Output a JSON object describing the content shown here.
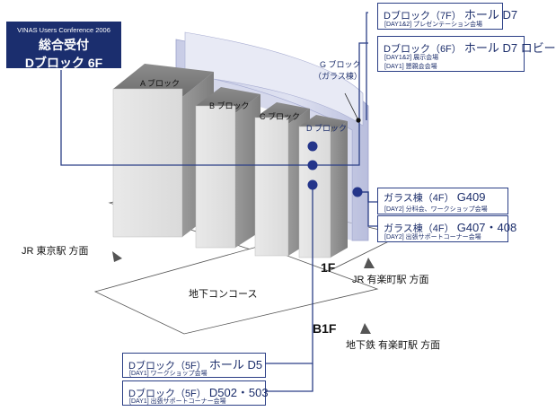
{
  "reception": {
    "conference": "VINAS Users Conference 2006",
    "title": "総合受付",
    "location": "Dブロック 6F"
  },
  "blocks": {
    "a": "A ブロック",
    "b": "B ブロック",
    "c": "C ブロック",
    "d": "D ブロック",
    "g_line1": "G ブロック",
    "g_line2": "（ガラス棟）"
  },
  "floors": {
    "f1": "1F",
    "b1": "B1F"
  },
  "places": {
    "concourse": "地下コンコース",
    "jr_tokyo": "JR 東京駅 方面",
    "jr_yurakucho": "JR 有楽町駅 方面",
    "metro_yurakucho": "地下鉄 有楽町駅 方面"
  },
  "venues": [
    {
      "head": "Dブロック（7F）",
      "name": "ホール D7",
      "notes": [
        "[DAY1&2] プレゼンテーション会場"
      ]
    },
    {
      "head": "Dブロック（6F）",
      "name": "ホール D7 ロビー",
      "notes": [
        "[DAY1&2] 展示会場",
        "[DAY1] 懇親会会場"
      ]
    },
    {
      "head": "ガラス棟（4F）",
      "name": "G409",
      "notes": [
        "[DAY2] 分科会、ワークショップ会場"
      ]
    },
    {
      "head": "ガラス棟（4F）",
      "name": "G407・408",
      "notes": [
        "[DAY2] 出張サポートコーナー会場"
      ]
    },
    {
      "head": "Dブロック（5F）",
      "name": "ホール D5",
      "notes": [
        "[DAY1] ワークショップ会場"
      ]
    },
    {
      "head": "Dブロック（5F）",
      "name": "D502・503",
      "notes": [
        "[DAY1] 出張サポートコーナー会場"
      ]
    }
  ]
}
